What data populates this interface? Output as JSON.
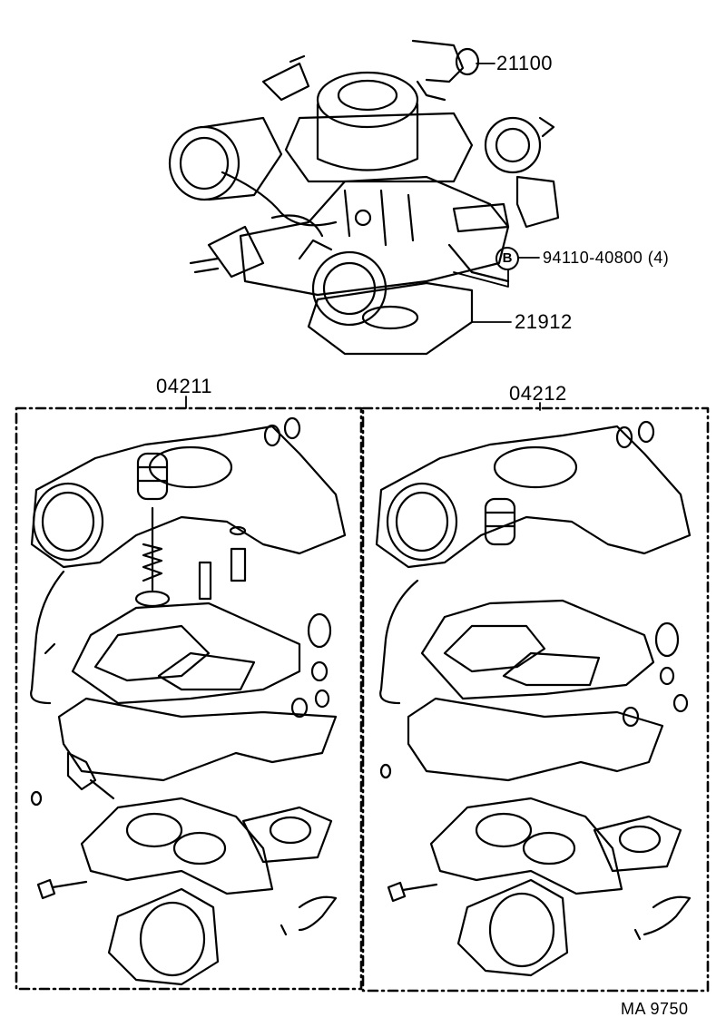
{
  "labels": {
    "carburetor_assy": "21100",
    "bolt_part": "94110-40800 (4)",
    "bolt_marker": "B",
    "insulator": "21912",
    "kit_left": "04211",
    "kit_right": "04212",
    "drawing_ref": "MA 9750"
  }
}
